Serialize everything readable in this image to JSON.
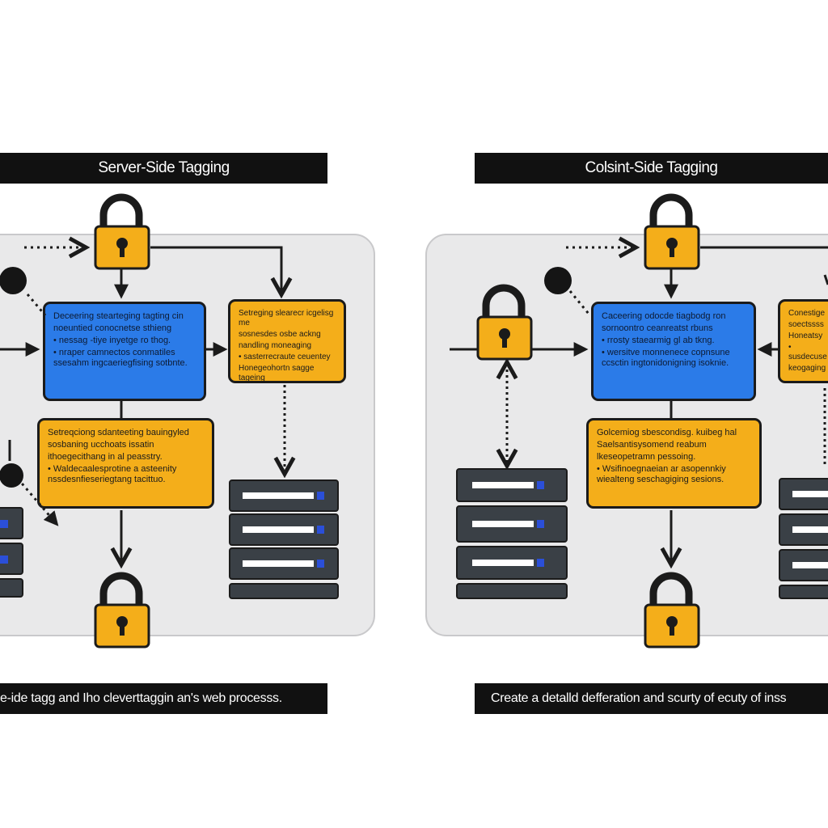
{
  "left": {
    "title": "Server-Side Tagging",
    "caption": "e-ide tagg and Iho cleverttaggin an's web processs.",
    "blue_box": {
      "lines": [
        "Deceering stearteging tagting cin",
        "noeuntied conocnetse sthieng"
      ],
      "bullets": [
        "nessag -tiye inyetge ro thog.",
        "nraper camnectos conmatiles ssesahm ingcaeriegfising sotbnte."
      ]
    },
    "yellow_box_top": {
      "lines": [
        "Setreging slearecr icgelisg me",
        "sosnesdes osbe ackng",
        "nandling moneaging"
      ],
      "bullets": [
        "sasterrecraute ceuentey",
        "Honegeohortn sagge tageing"
      ]
    },
    "yellow_box_mid": {
      "lines": [
        "Setreqciong sdanteeting bauingyled",
        "sosbaning ucchoats issatin",
        "ithoegecithang in al peasstry."
      ],
      "bullets": [
        "Waldecaalesprotine a asteenity nssdesnfieseriegtang tacittuo."
      ]
    }
  },
  "right": {
    "title": "Colsint-Side Tagging",
    "caption": "Create a detalld defferation and scurty of ecuty of inss",
    "blue_box": {
      "lines": [
        "Caceering odocde tiagbodg ron",
        "sornoontro ceanreatst rbuns"
      ],
      "bullets": [
        "rrosty staearmig gl ab tkng.",
        "wersitve monnenece copnsune ccsctin ingtonidonigning isoknie."
      ]
    },
    "yellow_box_top": {
      "lines": [
        "Conestige",
        "soectssss",
        "Honeatsy"
      ],
      "bullets": [
        "susdecuse",
        "keogaging"
      ]
    },
    "yellow_box_mid": {
      "lines": [
        "Golcemiog sbescondisg. kuibeg hal",
        "Saelsantisysomend reabum",
        "lkeseopetramn pessoing."
      ],
      "bullets": [
        "Wsifinoegnaeian ar asopennkiy wiealteng seschagiging sesions."
      ]
    }
  },
  "colors": {
    "blue": "#2b7be8",
    "yellow": "#f4ae1a",
    "dark": "#1b1b1b",
    "server": "#3a4046",
    "panel": "#e9e9ea"
  }
}
